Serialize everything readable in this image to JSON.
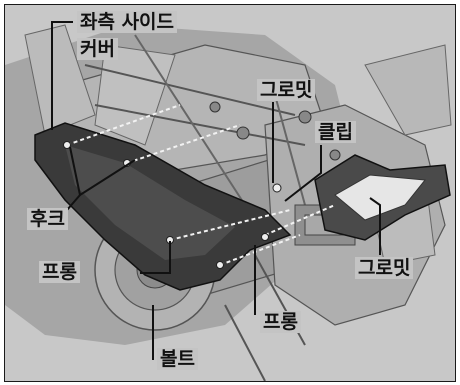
{
  "callouts": {
    "left_side_cover_line1": "좌측 사이드",
    "left_side_cover_line2": "커버",
    "grommet_top": "그로밋",
    "clip": "클립",
    "hook": "후크",
    "grommet_right": "그로밋",
    "prong_left": "프롱",
    "prong_bottom": "프롱",
    "bolt": "볼트"
  },
  "colors": {
    "background": "#c8c8c8",
    "engine": "#9a9a9a",
    "cover": "#3a3a3a",
    "leader": "#111111",
    "frame_border": "#1a1a1a"
  }
}
